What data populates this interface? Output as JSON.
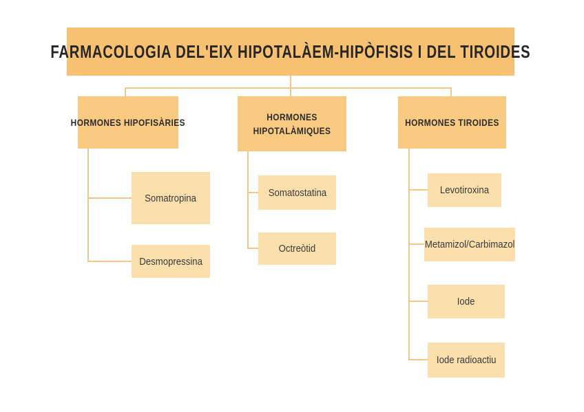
{
  "title": "FARMACOLOGIA DEL'EIX HIPOTALÀEM-HIPÒFISIS I DEL TIROIDES",
  "colors": {
    "title_box": "#f7c171",
    "branch_box": "#f9ca82",
    "child_box": "#fbdfac",
    "connector_line": "#f3c78c",
    "text": "#2e2e2e",
    "background": "#ffffff"
  },
  "branches": [
    {
      "label": "HORMONES HIPOFISÀRIES",
      "children": [
        "Somatropina",
        "Desmopressina"
      ]
    },
    {
      "label": "HORMONES HIPOTALÀMIQUES",
      "children": [
        "Somatostatina",
        "Octreòtid"
      ]
    },
    {
      "label": "HORMONES TIROIDES",
      "children": [
        "Levotiroxina",
        "Metamizol/Carbimazol",
        "Iode",
        "Iode radioactiu"
      ]
    }
  ]
}
